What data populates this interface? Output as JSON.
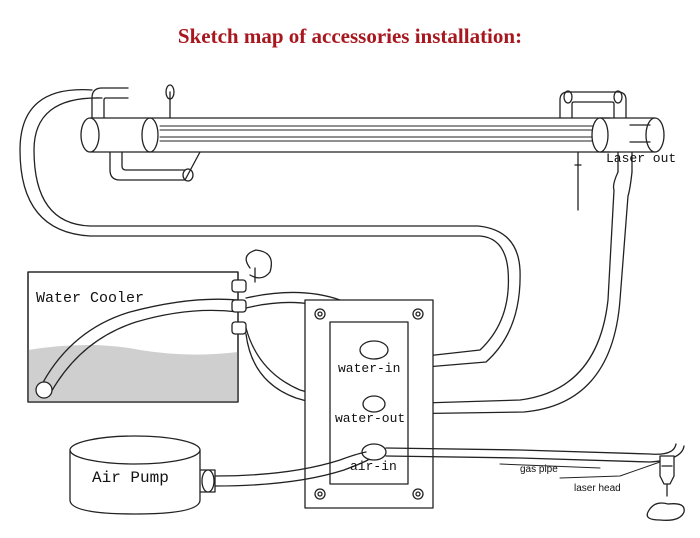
{
  "title": "Sketch map of accessories installation:",
  "labels": {
    "laser_out": "Laser out",
    "water_cooler": "Water Cooler",
    "water_in": "water-in",
    "water_out": "water-out",
    "air_in": "air-in",
    "air_pump": "Air Pump",
    "gas_pipe": "gas pipe",
    "laser_head": "laser head"
  },
  "colors": {
    "title": "#a8161e",
    "line": "#222222",
    "water": "#cfcfcf"
  }
}
